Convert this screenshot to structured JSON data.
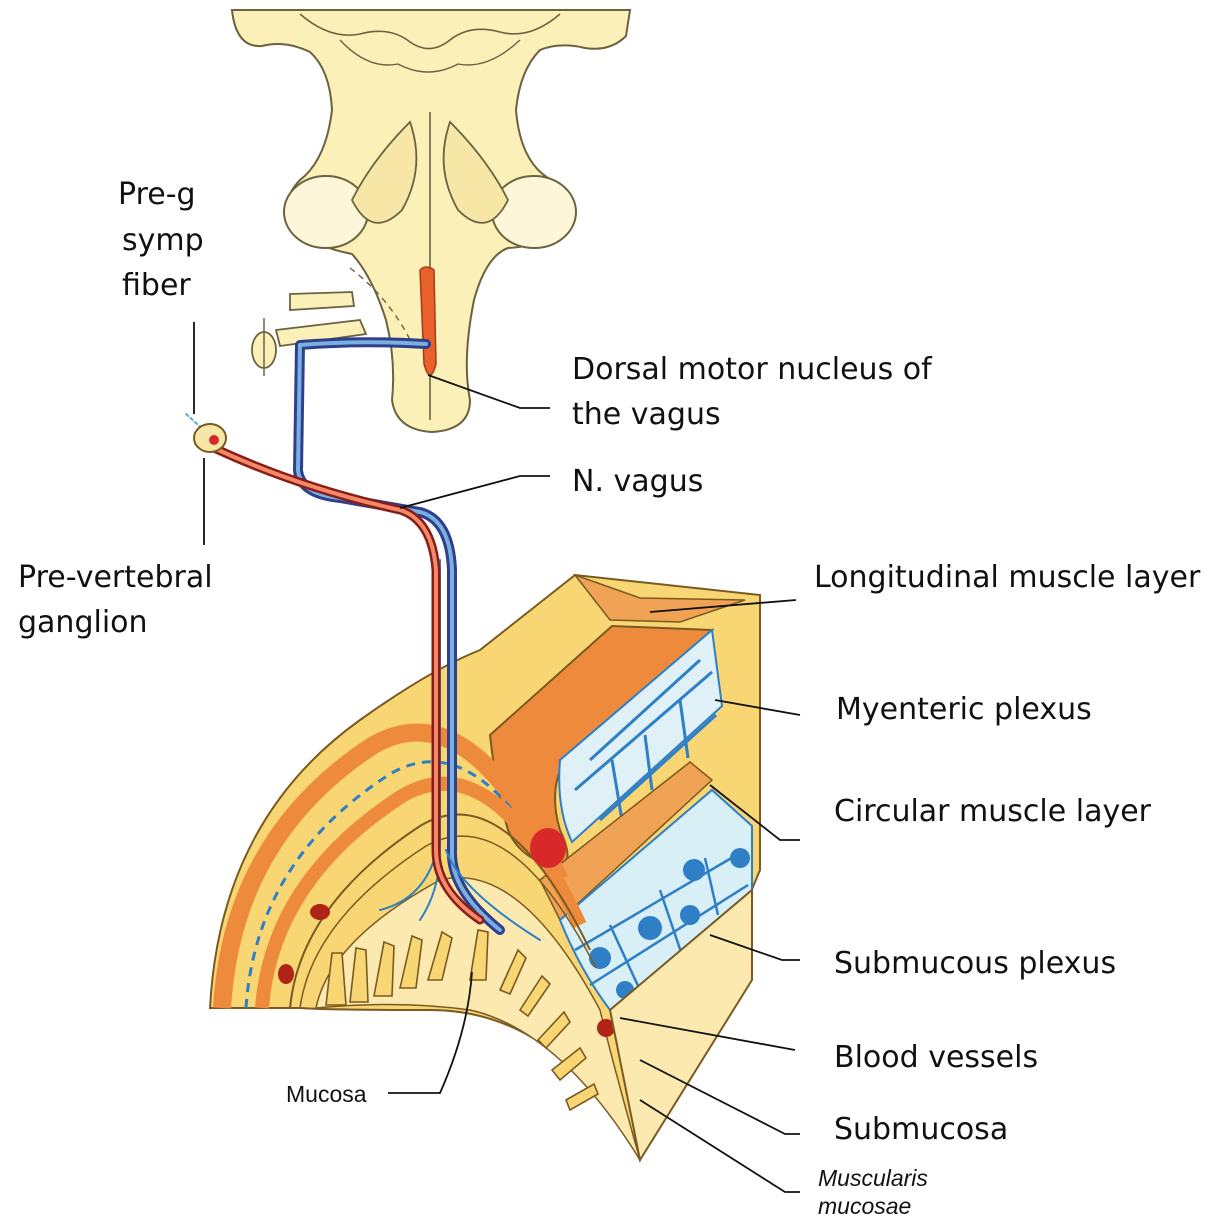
{
  "labels": {
    "preg_symp_fiber": [
      "Pre-g",
      "symp",
      "fiber"
    ],
    "prevertebral_ganglion": [
      "Pre-vertebral",
      "ganglion"
    ],
    "dorsal_motor_nucleus": [
      "Dorsal motor nucleus of",
      "the vagus"
    ],
    "n_vagus": "N. vagus",
    "longitudinal_muscle": "Longitudinal muscle layer",
    "myenteric_plexus": "Myenteric plexus",
    "circular_muscle": "Circular muscle layer",
    "submucous_plexus": "Submucous plexus",
    "blood_vessels": "Blood vessels",
    "submucosa": "Submucosa",
    "mucosa": "Mucosa",
    "muscularis_mucosae": [
      "Muscularis",
      "mucosae"
    ]
  },
  "colors": {
    "brainstem": "#fbf0b8",
    "gut_wall": "#f7d673",
    "muscle_orange": "#ee8a3c",
    "plexus_blue": "#2e7fc6",
    "sympathetic_red": "#d8282a",
    "nucleus": "#e8612a"
  }
}
